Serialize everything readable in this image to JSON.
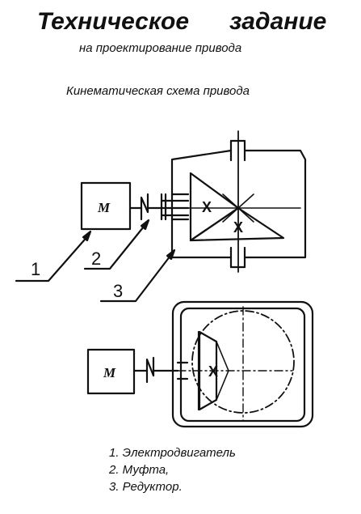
{
  "header": {
    "title_word_1": "Техническое",
    "title_word_2": "задание",
    "subtitle": "на проектирование привода"
  },
  "section_heading": "Кинематическая схема привода",
  "scheme_top": {
    "motor_label": "М",
    "gear_label_1": "Х",
    "gear_label_2": "Х",
    "callouts": [
      "1",
      "2",
      "3"
    ]
  },
  "scheme_bottom": {
    "motor_label": "М",
    "gear_label": "Х"
  },
  "legend": [
    "1. Электродвигатель",
    "2. Муфта,",
    "3. Редуктор."
  ]
}
